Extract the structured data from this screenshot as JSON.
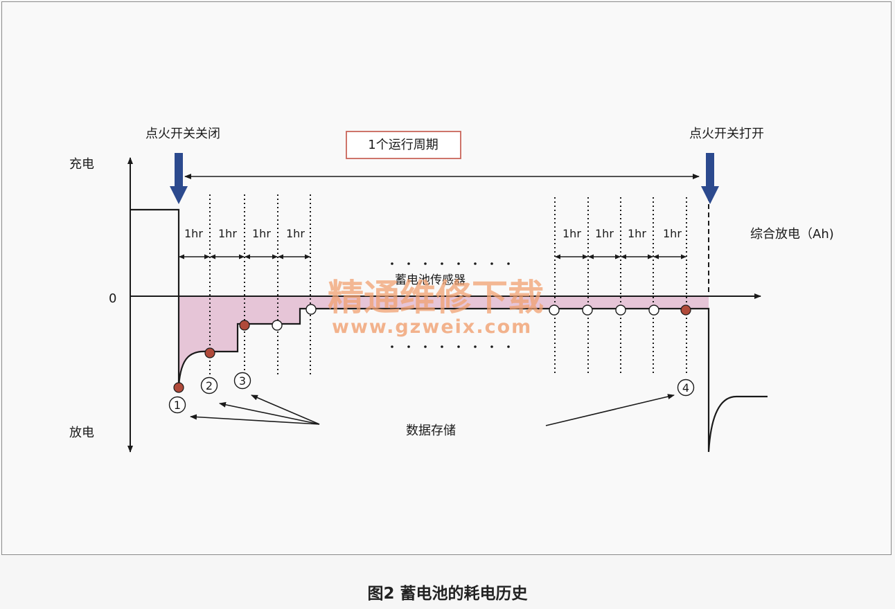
{
  "labels": {
    "ignition_off": "点火开关关闭",
    "ignition_on": "点火开关打开",
    "cycle": "1个运行周期",
    "charge": "充电",
    "discharge": "放电",
    "zero": "0",
    "cumulative": "综合放电（Ah)",
    "sensor": "蓄电池传感器",
    "data_storage": "数据存储",
    "hour_label": "1hr"
  },
  "markers": [
    "1",
    "2",
    "3",
    "4"
  ],
  "watermark": {
    "title": "精通维修下载",
    "url": "www.gzweix.com"
  },
  "caption": "图2   蓄电池的耗电历史",
  "colors": {
    "shaded_area": "#e3bfd3",
    "arrow_blue": "#2c4a8e",
    "stored_point": "#b04a3a",
    "open_point": "#ffffff",
    "box_border": "#c9655a"
  }
}
